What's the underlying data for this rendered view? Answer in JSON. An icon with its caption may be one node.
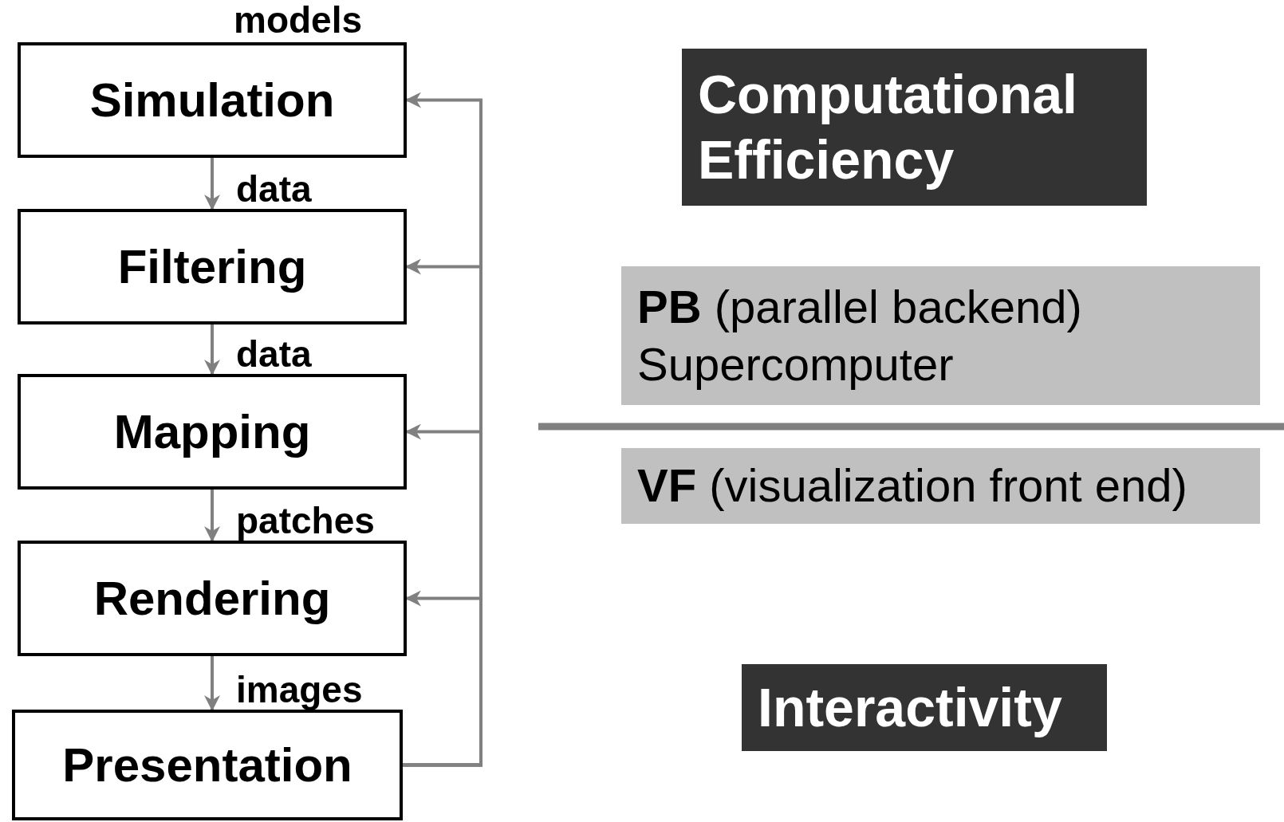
{
  "diagram": {
    "nodes": [
      {
        "text": [
          "Simulation"
        ]
      },
      {
        "text": [
          "Filtering"
        ]
      },
      {
        "text": [
          "Mapping"
        ]
      },
      {
        "text": [
          "Rendering"
        ]
      },
      {
        "text": [
          "Presentation"
        ]
      },
      {
        "text": [
          "Computational Efficiency"
        ]
      },
      {
        "text": [
          "**PB** (parallel backend)",
          "Supercomputer"
        ]
      },
      {
        "text": [
          "**VF** (visualization front end)"
        ]
      },
      {
        "text": [
          "Interactivity"
        ]
      }
    ],
    "edges": [
      {
        "from": 0,
        "to": 1,
        "arrow": "to",
        "label": "data"
      },
      {
        "from": 1,
        "to": 2,
        "arrow": "to",
        "label": "data"
      },
      {
        "from": 2,
        "to": 3,
        "arrow": "to",
        "label": "patches"
      },
      {
        "from": 3,
        "to": 4,
        "arrow": "to",
        "label": "images"
      },
      {
        "from": 4,
        "to": 0,
        "arrow": "to"
      },
      {
        "from": 4,
        "to": 1,
        "arrow": "to"
      },
      {
        "from": 4,
        "to": 2,
        "arrow": "to"
      },
      {
        "from": 4,
        "to": 3,
        "arrow": "to"
      }
    ],
    "labels": [
      "models"
    ]
  }
}
